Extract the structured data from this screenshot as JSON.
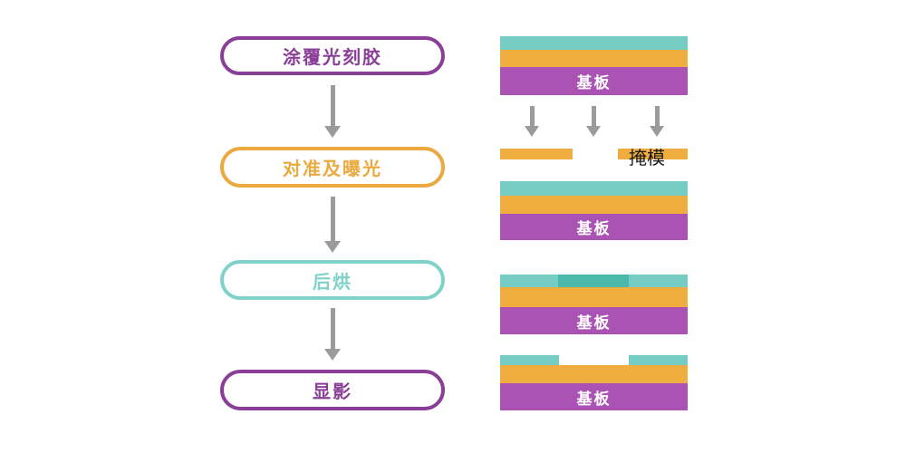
{
  "colors": {
    "purple_accent": "#8B3E98",
    "orange_accent": "#EBA93F",
    "teal_accent": "#7FD2CA",
    "arrow_gray": "#9B9B9B",
    "photoresist_teal": "#74CCC3",
    "exposed_teal_dark": "#4CB8AC",
    "film_orange": "#F0AD3F",
    "substrate_purple": "#AB53B4",
    "mask_orange": "#F0AD3F",
    "mask_text": "#1A1A1A"
  },
  "flowchart": {
    "steps": [
      {
        "label": "涂覆光刻胶"
      },
      {
        "label": "对准及曝光"
      },
      {
        "label": "后烘"
      },
      {
        "label": "显影"
      }
    ]
  },
  "diagrams": {
    "substrate_label": "基板",
    "mask_label": "掩模"
  }
}
